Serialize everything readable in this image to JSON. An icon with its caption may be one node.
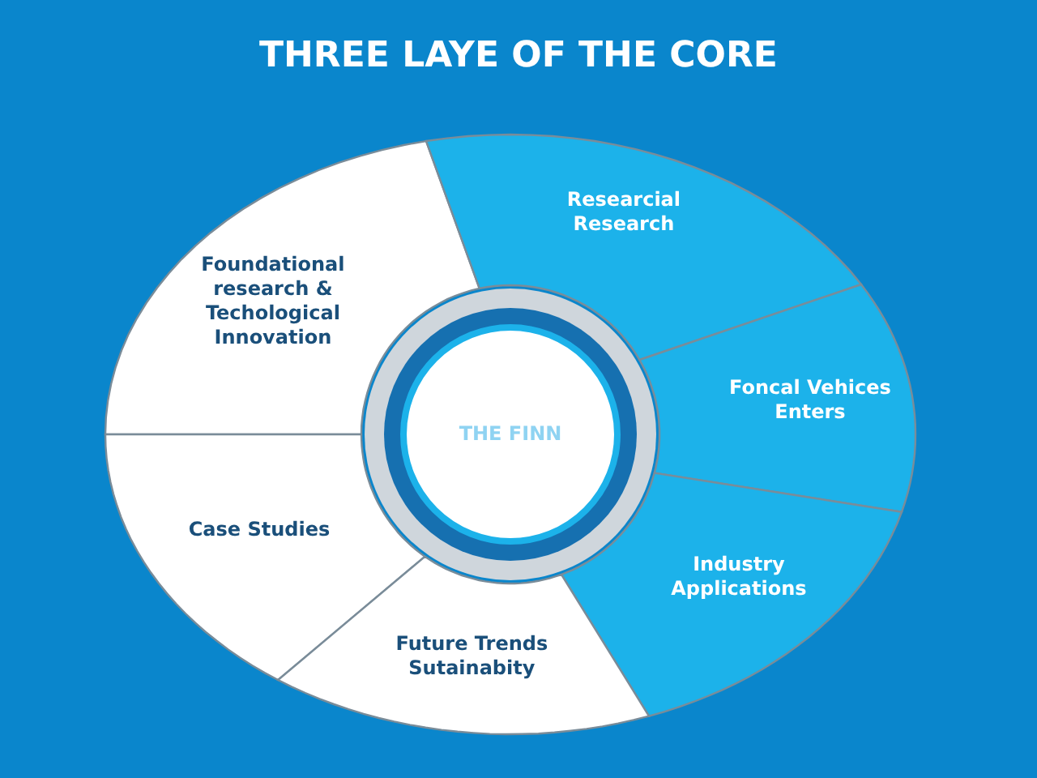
{
  "diagram": {
    "title": "THREE LAYE OF THE CORE",
    "nodes": [
      {
        "text": [
          "Foundational research & Techological Innovation"
        ]
      },
      {
        "text": [
          "Researcial Research"
        ]
      },
      {
        "text": [
          "Foncal Vehices Enters"
        ]
      },
      {
        "text": [
          "Case Studies"
        ]
      },
      {
        "text": [
          "Industry Applications"
        ]
      },
      {
        "text": [
          "Future Trends Sutainabity"
        ]
      },
      {
        "text": [
          "THE FINN"
        ]
      }
    ]
  }
}
